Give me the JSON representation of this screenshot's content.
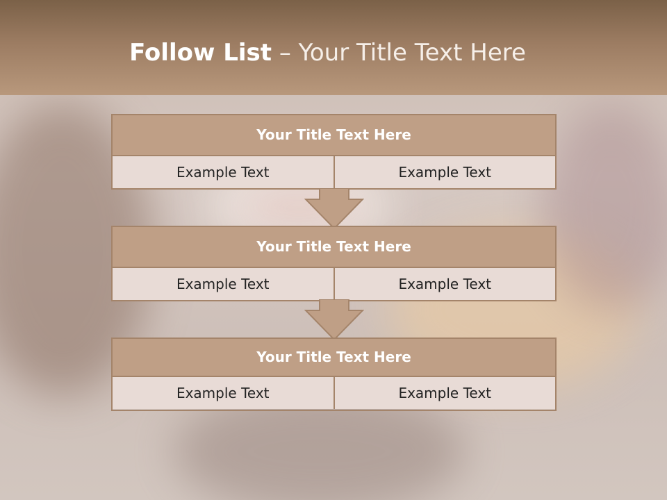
{
  "slide": {
    "title_bold": "Follow List",
    "title_rest": " – Your Title Text Here"
  },
  "blocks": [
    {
      "title": "Your Title Text Here",
      "left": "Example Text",
      "right": "Example Text"
    },
    {
      "title": "Your Title Text Here",
      "left": "Example Text",
      "right": "Example Text"
    },
    {
      "title": "Your Title Text Here",
      "left": "Example Text",
      "right": "Example Text"
    }
  ],
  "colors": {
    "header": "#9c7c62",
    "block_title": "#bf9f86",
    "block_cell": "#e8dbd6",
    "border": "#a4846a",
    "arrow": "#bf9f86"
  },
  "icons": [
    "down-arrow-icon",
    "down-arrow-icon"
  ]
}
